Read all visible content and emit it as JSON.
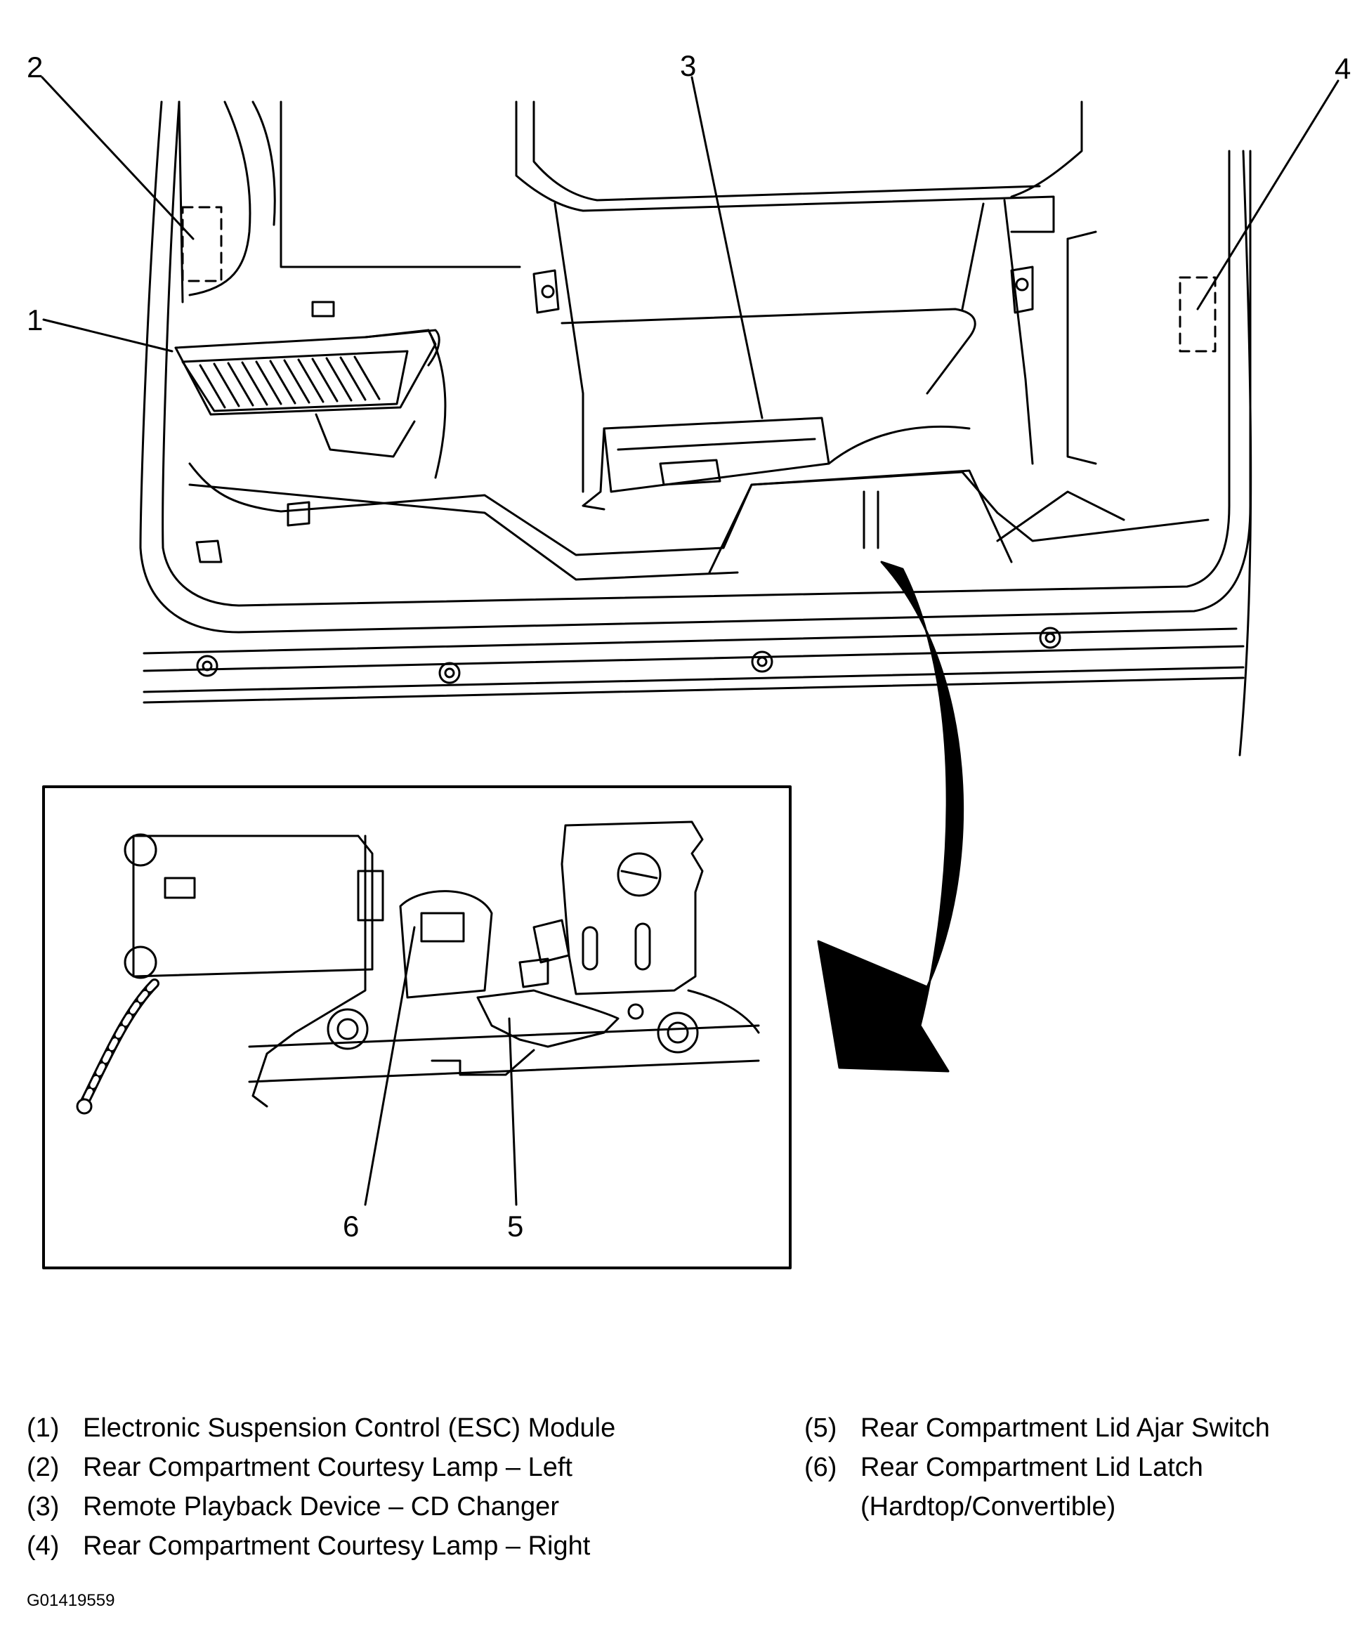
{
  "callouts": {
    "c1": "1",
    "c2": "2",
    "c3": "3",
    "c4": "4",
    "c5": "5",
    "c6": "6"
  },
  "legend": [
    {
      "num": "(1)",
      "text": "Electronic Suspension Control (ESC) Module"
    },
    {
      "num": "(2)",
      "text": "Rear Compartment Courtesy Lamp – Left"
    },
    {
      "num": "(3)",
      "text": "Remote Playback Device – CD Changer"
    },
    {
      "num": "(4)",
      "text": "Rear Compartment Courtesy Lamp – Right"
    },
    {
      "num": "(5)",
      "text": "Rear Compartment Lid Ajar Switch"
    },
    {
      "num": "(6)",
      "text": "Rear Compartment Lid Latch (Hardtop/Convertible)"
    }
  ],
  "figure_code": "G01419559"
}
